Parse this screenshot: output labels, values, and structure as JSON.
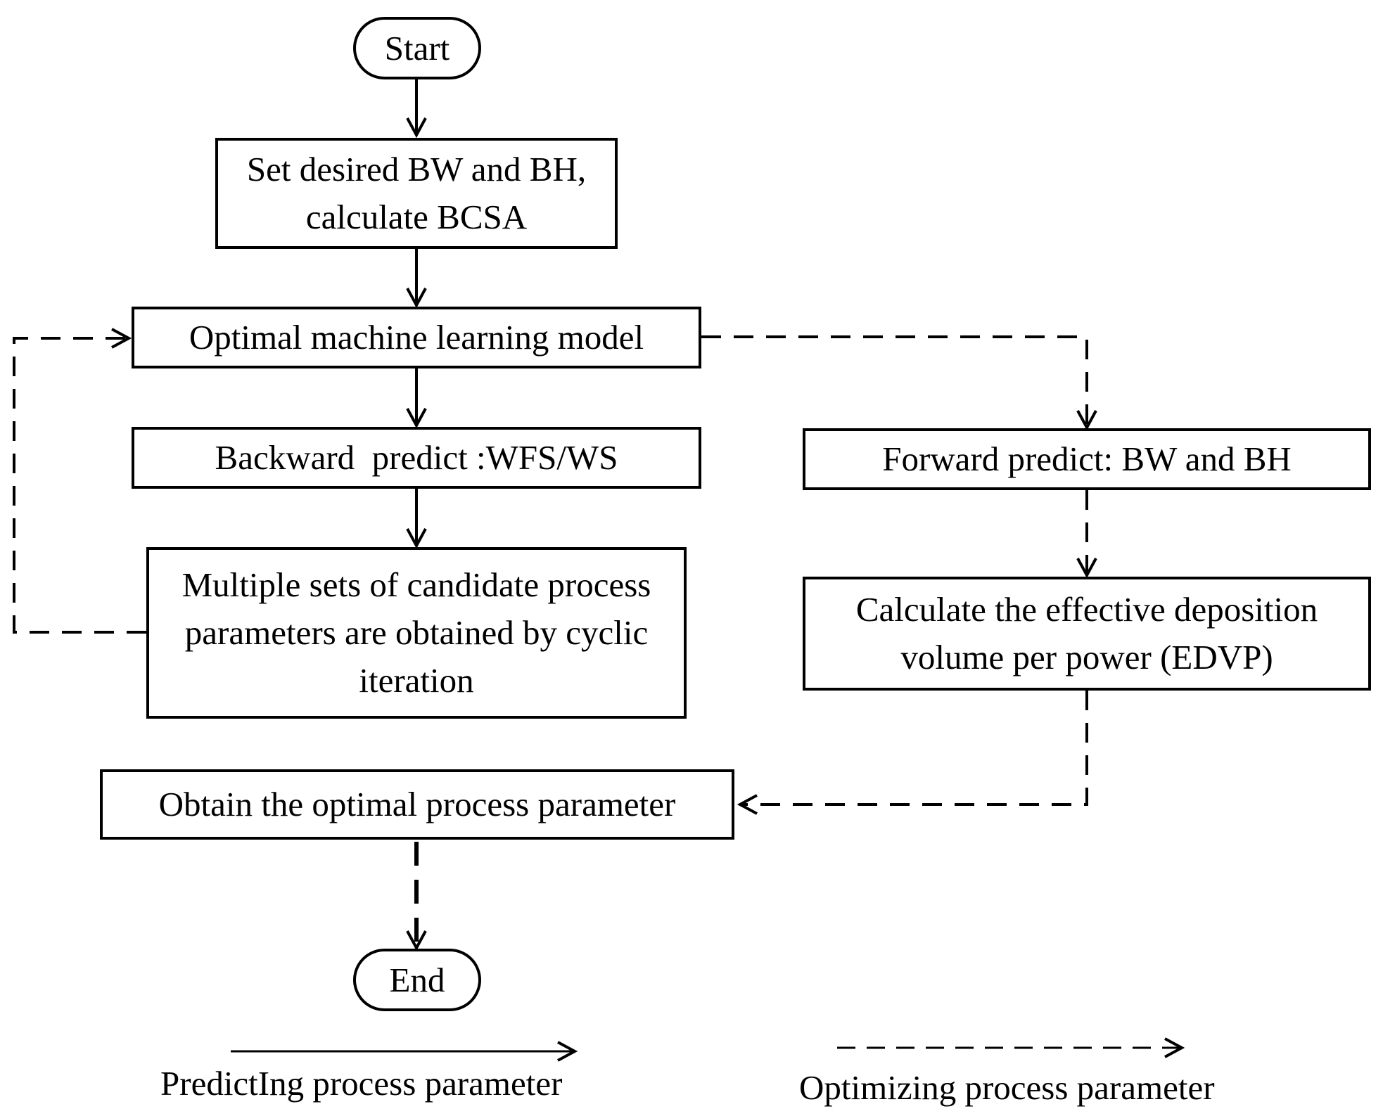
{
  "nodes": {
    "start": "Start",
    "set_desired": "Set desired BW and BH, calculate BCSA",
    "ml_model": "Optimal machine learning model",
    "backward_predict": "Backward  predict :WFS/WS",
    "candidates": "Multiple sets of candidate process parameters are obtained by cyclic iteration",
    "forward_predict": "Forward predict: BW and BH",
    "calculate_edvp": "Calculate the effective deposition volume per power (EDVP)",
    "obtain_optimal": "Obtain the optimal process parameter",
    "end": "End"
  },
  "legend": {
    "solid": "PredictIng process parameter",
    "dashed": "Optimizing process parameter"
  },
  "edges": [
    {
      "from": "start",
      "to": "set_desired",
      "style": "solid"
    },
    {
      "from": "set_desired",
      "to": "ml_model",
      "style": "solid"
    },
    {
      "from": "ml_model",
      "to": "backward_predict",
      "style": "solid"
    },
    {
      "from": "backward_predict",
      "to": "candidates",
      "style": "solid"
    },
    {
      "from": "candidates",
      "to": "ml_model",
      "style": "dashed"
    },
    {
      "from": "ml_model",
      "to": "forward_predict",
      "style": "dashed"
    },
    {
      "from": "forward_predict",
      "to": "calculate_edvp",
      "style": "dashed"
    },
    {
      "from": "calculate_edvp",
      "to": "obtain_optimal",
      "style": "dashed"
    },
    {
      "from": "obtain_optimal",
      "to": "end",
      "style": "dashed"
    }
  ]
}
